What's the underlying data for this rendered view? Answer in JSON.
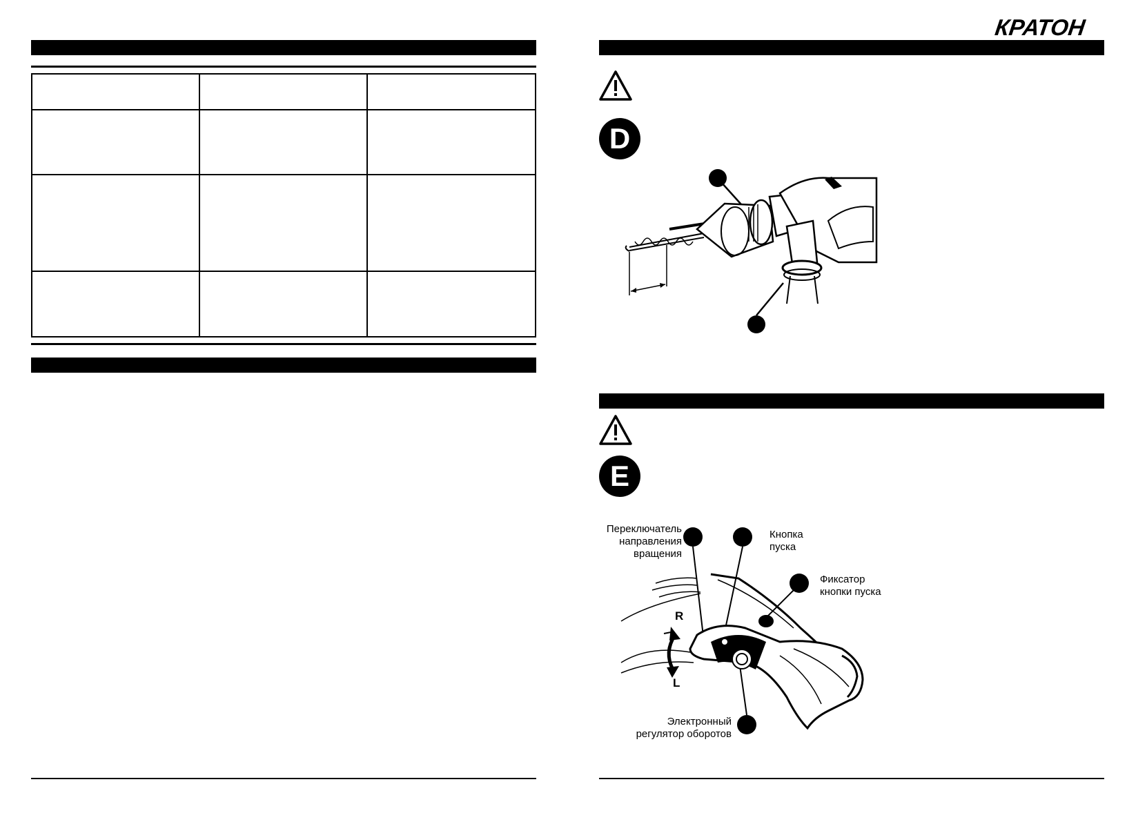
{
  "brand": {
    "logo_text": "КРАТОН"
  },
  "table": {
    "rows": [
      [
        "",
        "",
        ""
      ],
      [
        "",
        "",
        ""
      ],
      [
        "",
        "",
        ""
      ],
      [
        "",
        "",
        ""
      ]
    ]
  },
  "figures": {
    "d": {
      "letter": "D"
    },
    "e": {
      "letter": "E",
      "labels": {
        "direction_switch": "Переключатель\nнаправления\nвращения",
        "start_button": "Кнопка\nпуска",
        "button_lock": "Фиксатор\nкнопки пуска",
        "speed_regulator": "Электронный\nрегулятор оборотов"
      },
      "direction_right": "R",
      "direction_left": "L"
    }
  },
  "colors": {
    "ink": "#000000",
    "paper": "#ffffff"
  }
}
